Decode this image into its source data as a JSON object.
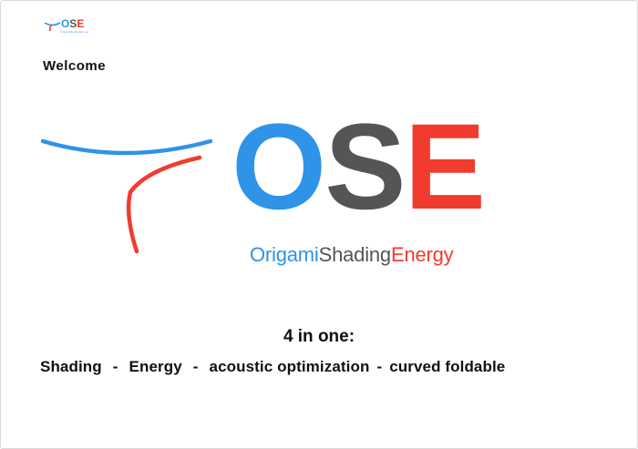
{
  "logo": {
    "small_letters": [
      "O",
      "S",
      "E"
    ],
    "small_subtitle": "OrigamiShadingEnergy",
    "big_letters": [
      "O",
      "S",
      "E"
    ],
    "tagline_parts": [
      "Origami",
      "Shading",
      "Energy"
    ]
  },
  "colors": {
    "blue": "#2f93e8",
    "gray": "#555555",
    "red": "#f23b2f"
  },
  "welcome": "Welcome",
  "headline": "4 in one:",
  "features": [
    "Shading",
    "Energy",
    "acoustic optimization",
    "curved foldable"
  ],
  "separator": "-"
}
